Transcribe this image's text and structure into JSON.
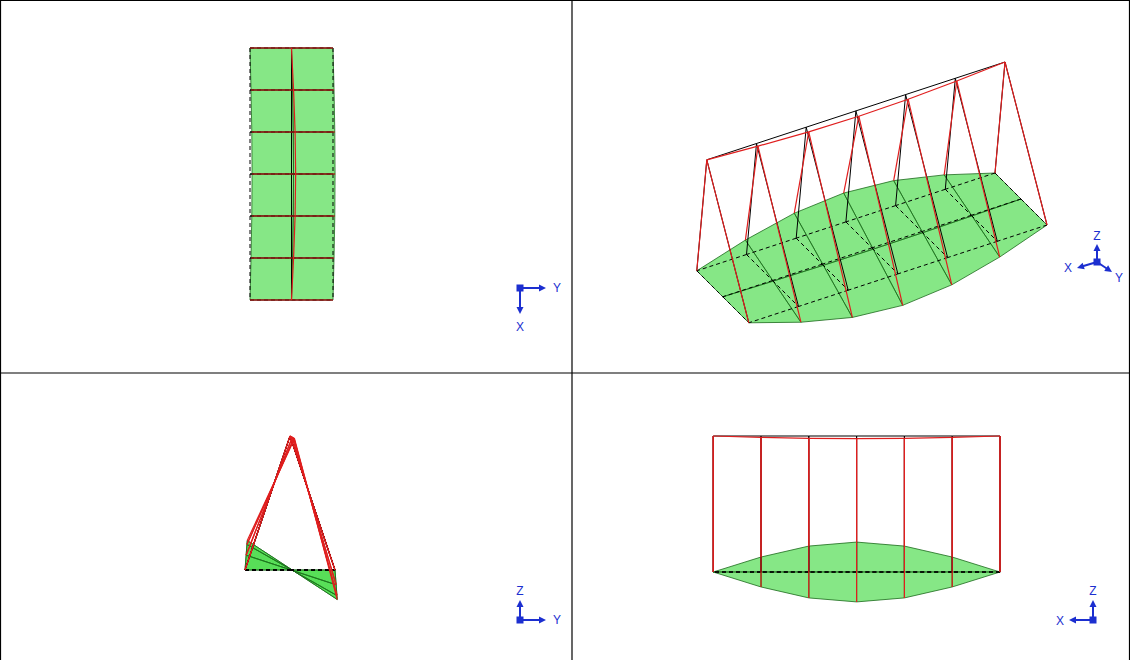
{
  "diagram": {
    "labels": [
      "Y",
      "X",
      "Z",
      "X",
      "Y",
      "Z",
      "Y",
      "Z",
      "X"
    ]
  }
}
